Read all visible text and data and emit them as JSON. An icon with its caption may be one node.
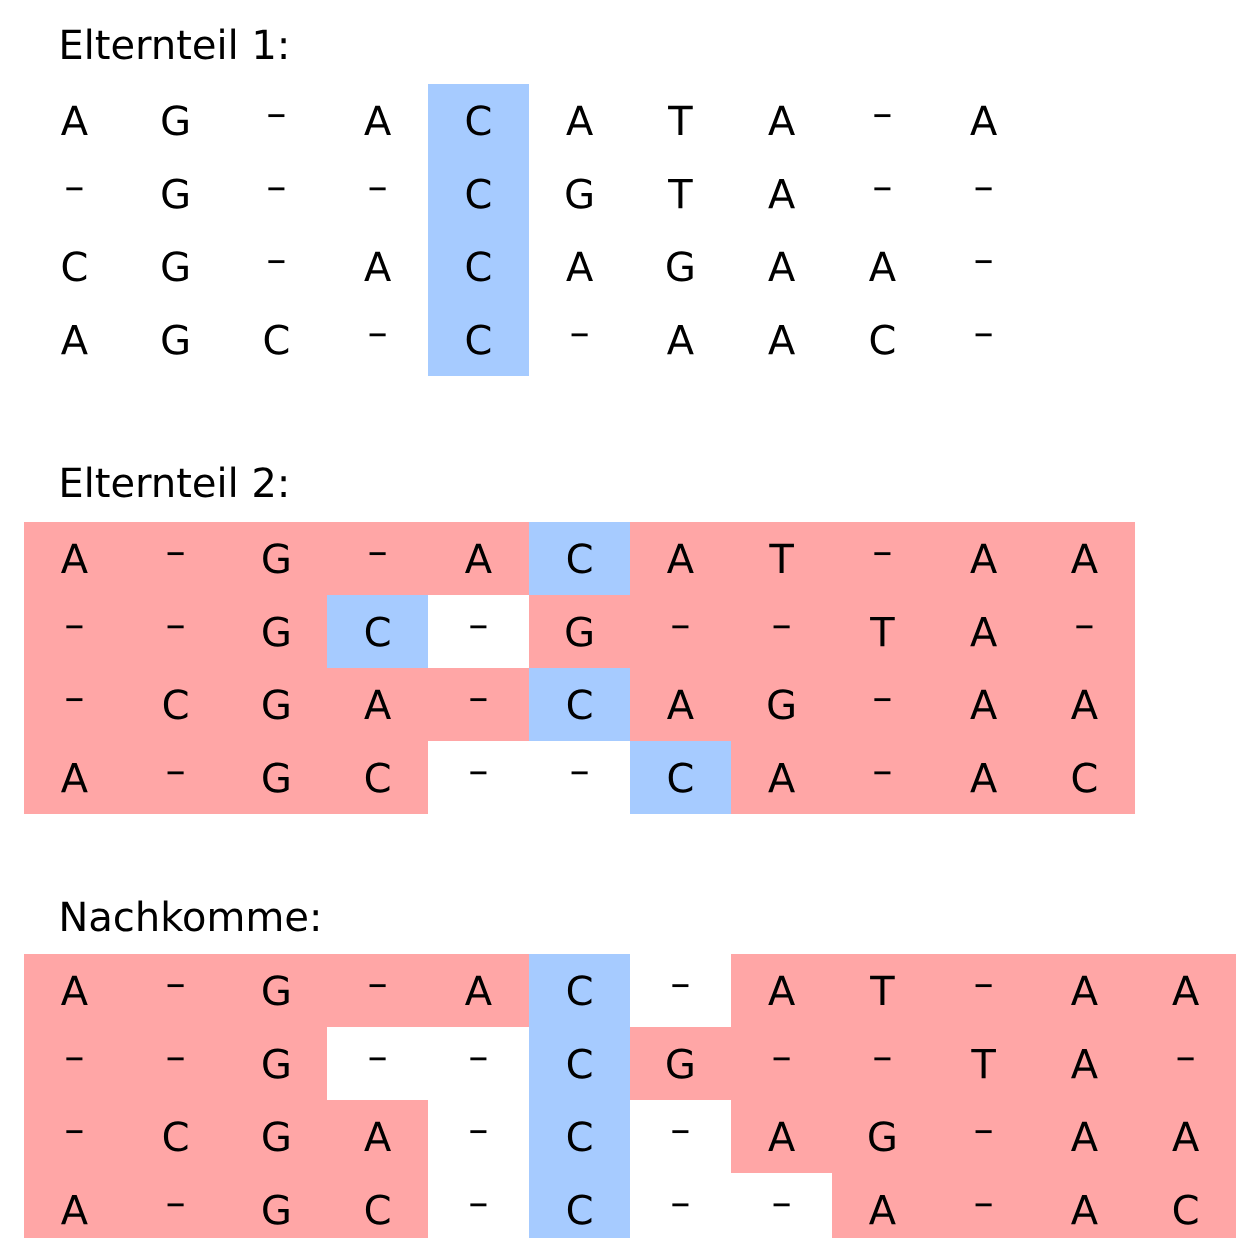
{
  "diagram": {
    "labels": [
      "Elternteil 1:",
      "A",
      "G",
      "–",
      "A",
      "C",
      "A",
      "T",
      "A",
      "–",
      "A",
      "–",
      "G",
      "–",
      "–",
      "C",
      "G",
      "T",
      "A",
      "–",
      "–",
      "C",
      "G",
      "–",
      "A",
      "C",
      "A",
      "G",
      "A",
      "A",
      "–",
      "A",
      "G",
      "C",
      "–",
      "C",
      "–",
      "A",
      "A",
      "C",
      "–",
      "Elternteil 2:",
      "A",
      "–",
      "G",
      "–",
      "A",
      "C",
      "A",
      "T",
      "–",
      "A",
      "A",
      "–",
      "–",
      "G",
      "C",
      "–",
      "G",
      "–",
      "–",
      "T",
      "A",
      "–",
      "–",
      "C",
      "G",
      "A",
      "–",
      "C",
      "A",
      "G",
      "–",
      "A",
      "A",
      "A",
      "–",
      "G",
      "C",
      "–",
      "–",
      "C",
      "A",
      "–",
      "A",
      "C",
      "Nachkomme:",
      "A",
      "–",
      "G",
      "–",
      "A",
      "C",
      "–",
      "A",
      "T",
      "–",
      "A",
      "A",
      "–",
      "–",
      "G",
      "–",
      "–",
      "C",
      "G",
      "–",
      "–",
      "T",
      "A",
      "–",
      "–",
      "C",
      "G",
      "A",
      "–",
      "C",
      "–",
      "A",
      "G",
      "–",
      "A",
      "A",
      "A",
      "–",
      "G",
      "C",
      "–",
      "C",
      "–",
      "–",
      "A",
      "–",
      "A",
      "C"
    ]
  }
}
